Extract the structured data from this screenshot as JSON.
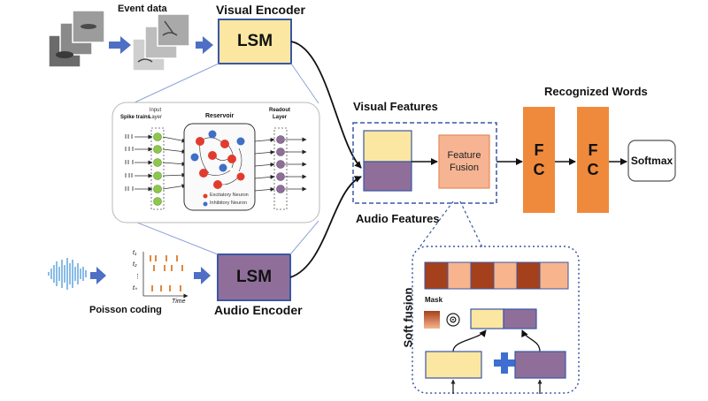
{
  "event_data_label": "Event data",
  "visual_encoder": {
    "title": "Visual Encoder",
    "block": "LSM"
  },
  "audio_encoder": {
    "title": "Audio Encoder",
    "block": "LSM"
  },
  "poisson_label": "Poisson coding",
  "raster": {
    "rows": [
      "t₁",
      "t₂",
      "⋮",
      "tₙ"
    ],
    "time_label": "Time"
  },
  "lsm_detail": {
    "spike_trains": "Spike trains",
    "input_layer": "Input\nLayer",
    "reservoir": "Reservoir",
    "readout_layer": "Readout\nLayer",
    "excitatory": "Excitatory Neuron",
    "inhibitory": "Inhibitory Neuron"
  },
  "visual_features": "Visual Features",
  "audio_features": "Audio Features",
  "feature_fusion": "Feature\nFusion",
  "recognized_words": "Recognized Words",
  "fc1": "F\nC",
  "fc2": "F\nC",
  "softmax": "Softmax",
  "soft_fusion": {
    "title": "Soft fusion",
    "mask": "Mask",
    "operator": "⊙"
  },
  "colors": {
    "visual": "#fbe7a1",
    "audio": "#8f6f9a",
    "fc": "#ef8a3c",
    "fusion_box": "#f6b493",
    "mask_dark": "#a5401c",
    "mask_light": "#f7b48d",
    "excitatory": "#e23b2e",
    "inhibitory": "#3f6fc6",
    "input_neuron": "#8cc84b",
    "readout_neuron": "#8f6f9a",
    "dash_blue": "#3b57a5",
    "plus": "#3e6fd0"
  }
}
